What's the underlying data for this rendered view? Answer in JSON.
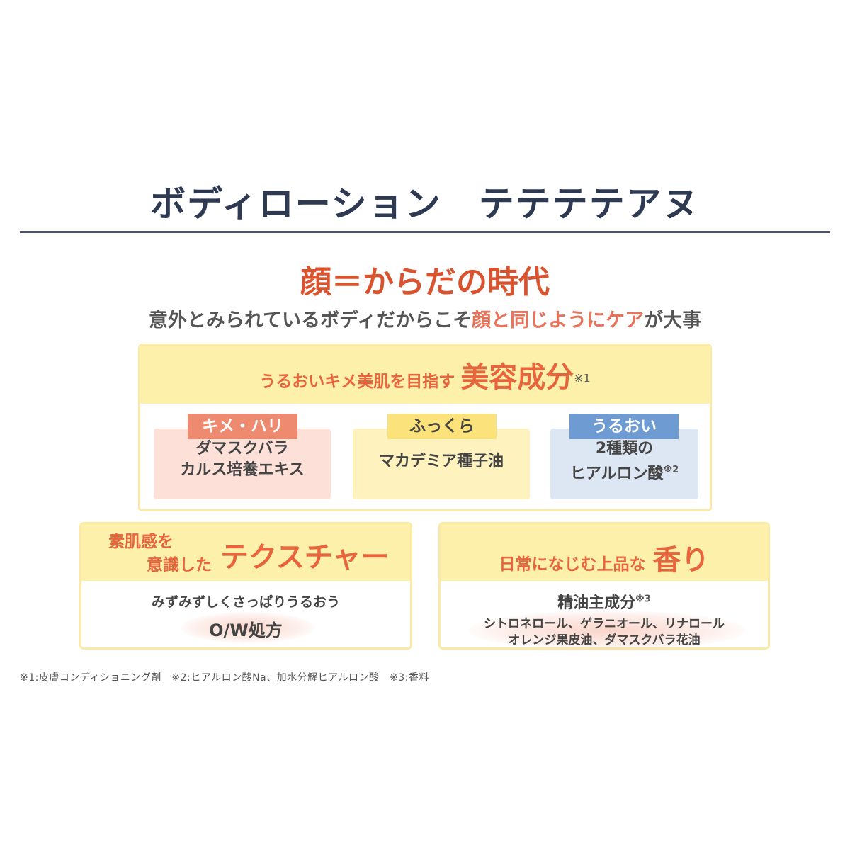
{
  "title": "ボディローション　テテテテアヌ",
  "headline": "顔＝からだの時代",
  "subline": {
    "part1": "意外とみられているボディだからこそ",
    "highlight": "顔と同じようにケア",
    "part2": "が大事"
  },
  "ingredients": {
    "band_small": "うるおいキメ美肌を目指す",
    "band_big": "美容成分",
    "band_note": "※1",
    "cards": [
      {
        "tag": "キメ・ハリ",
        "line1": "ダマスクバラ",
        "line2": "カルス培養エキス",
        "note": ""
      },
      {
        "tag": "ふっくら",
        "line1": "マカデミア種子油",
        "line2": "",
        "note": ""
      },
      {
        "tag": "うるおい",
        "line1": "2種類の",
        "line2": "ヒアルロン酸",
        "note": "※2"
      }
    ]
  },
  "texture": {
    "band_small_1": "素肌感を",
    "band_small_2": "意識した",
    "band_big": "テクスチャー",
    "desc": "みずみずしくさっぱりうるおう",
    "feature": "O/W処方"
  },
  "fragrance": {
    "band_small": "日常になじむ上品な",
    "band_big": "香り",
    "label": "精油主成分",
    "label_note": "※3",
    "line1": "シトロネロール、ゲラニオール、リナロール",
    "line2": "オレンジ果皮油、ダマスクバラ花油"
  },
  "footnote": "※1:皮膚コンディショニング剤　※2:ヒアルロン酸Na、加水分解ヒアルロン酸　※3:香料",
  "colors": {
    "accent": "#e8643c",
    "band": "#fdf0ab",
    "tag_salmon": "#ee8a70",
    "tag_yellow": "#fbe27a",
    "tag_blue": "#6d9bd2"
  }
}
